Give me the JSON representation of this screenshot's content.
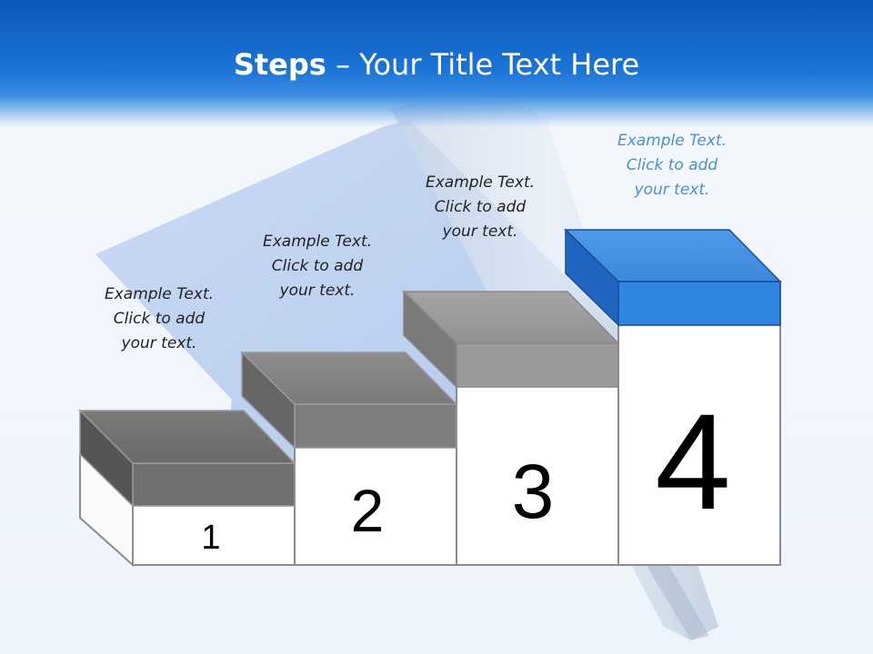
{
  "slide": {
    "title_bold": "Steps",
    "title_rest": " – Your Title Text Here"
  },
  "steps": [
    {
      "number": "1",
      "line1": "Example Text.",
      "line2": "Click  to add",
      "line3": "your text."
    },
    {
      "number": "2",
      "line1": "Example Text.",
      "line2": "Click  to add",
      "line3": "your text."
    },
    {
      "number": "3",
      "line1": "Example Text.",
      "line2": "Click  to add",
      "line3": "your text."
    },
    {
      "number": "4",
      "line1": "Example Text.",
      "line2": "Click  to add",
      "line3": "your text."
    }
  ],
  "colors": {
    "header_blue": "#1a6fd0",
    "step_gray": "#8a8a8a",
    "step_highlight": "#2f85e0"
  }
}
